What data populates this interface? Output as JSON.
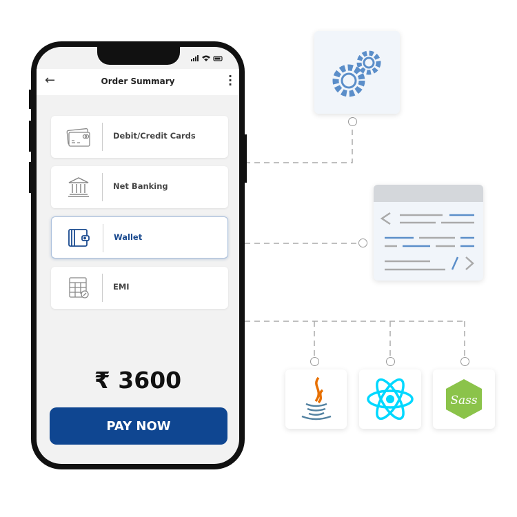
{
  "header": {
    "title": "Order Summary"
  },
  "payment_methods": [
    {
      "label": "Debit/Credit Cards",
      "icon": "credit-card-icon",
      "selected": false
    },
    {
      "label": "Net Banking",
      "icon": "bank-icon",
      "selected": false
    },
    {
      "label": "Wallet",
      "icon": "wallet-icon",
      "selected": true
    },
    {
      "label": "EMI",
      "icon": "calculator-icon",
      "selected": false
    }
  ],
  "amount": "₹ 3600",
  "pay_button": "PAY NOW",
  "tech": {
    "sass_logo_text": "Sass"
  },
  "colors": {
    "primary": "#0f4691",
    "react": "#00d8ff",
    "sass": "#8bc34a",
    "java_orange": "#e76f00",
    "java_blue": "#5382a1",
    "gear": "#5b8ec9"
  }
}
